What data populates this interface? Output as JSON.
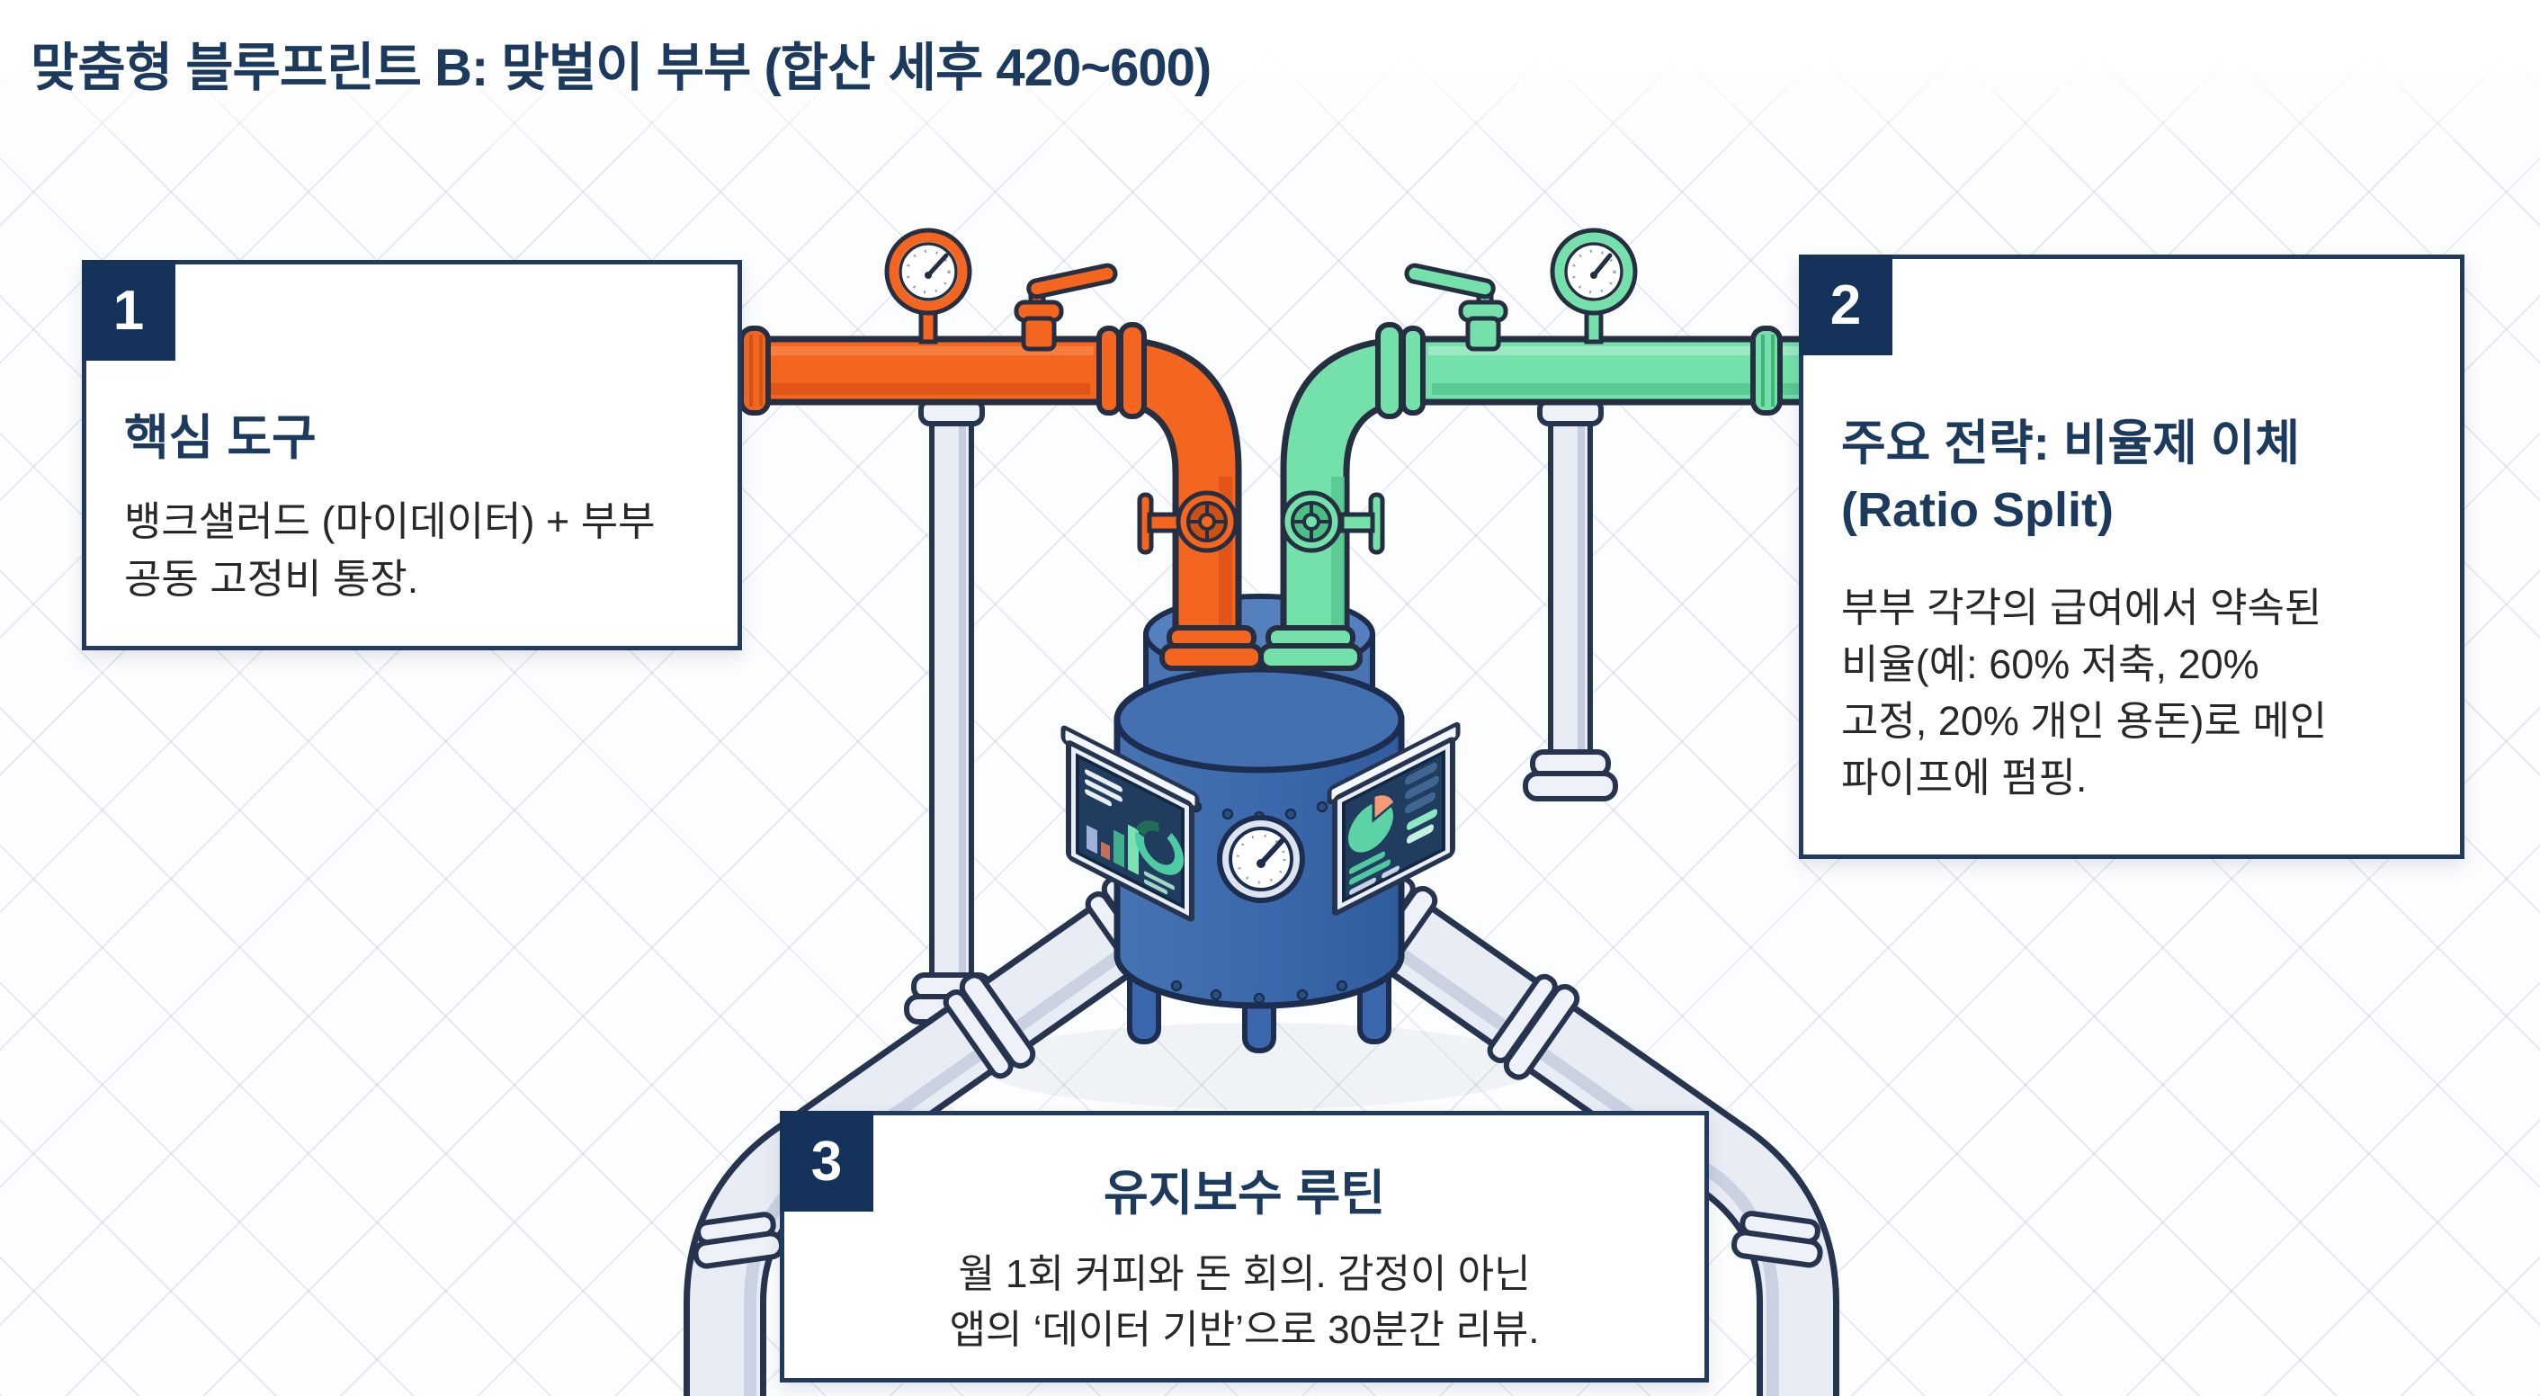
{
  "page": {
    "title": "맞춤형 블루프린트 B: 맞벌이 부부 (합산 세후 420~600)",
    "background_style": "white-blueprint-diagonal-grid"
  },
  "colors": {
    "title_navy": "#1c3a5e",
    "card_border_navy": "#223a5e",
    "badge_navy": "#15325a",
    "body_text": "#282828",
    "inflow_pipe_left": "#f4661f",
    "inflow_pipe_right": "#74e0aa",
    "tank_blue": "#3b68ac",
    "utility_pipe_gray": "#e8ecf4",
    "monitor_screen_navy": "#203c5f",
    "grid_line": "#dfe4ec"
  },
  "cards": [
    {
      "number": "1",
      "title_lines": [
        "핵심 도구"
      ],
      "body_lines": [
        "뱅크샐러드 (마이데이터) + 부부",
        "공동 고정비 통장."
      ]
    },
    {
      "number": "2",
      "title_lines": [
        "주요 전략: 비율제 이체",
        "(Ratio Split)"
      ],
      "body_lines": [
        "부부 각각의 급여에서 약속된",
        "비율(예: 60% 저축, 20%",
        "고정, 20% 개인 용돈)로 메인",
        "파이프에 펌핑."
      ]
    },
    {
      "number": "3",
      "title_lines": [
        "유지보수 루틴"
      ],
      "body_lines": [
        "월 1회 커피와 돈 회의. 감정이 아닌",
        "앱의 ‘데이터 기반’으로 30분간 리뷰."
      ]
    }
  ],
  "illustration": {
    "description": "isometric money-pump machine: two salary inflow pipes (orange, mint-green) with gauges and valves feeding a blue central tank with dashboard monitors and gray outflow pipes",
    "left_inflow_color_name": "orange",
    "right_inflow_color_name": "mint-green",
    "monitor_left_charts": [
      "menu-lines",
      "bar-chart",
      "donut-chart"
    ],
    "monitor_right_charts": [
      "pie-chart",
      "stat-bars",
      "text-lines"
    ]
  }
}
